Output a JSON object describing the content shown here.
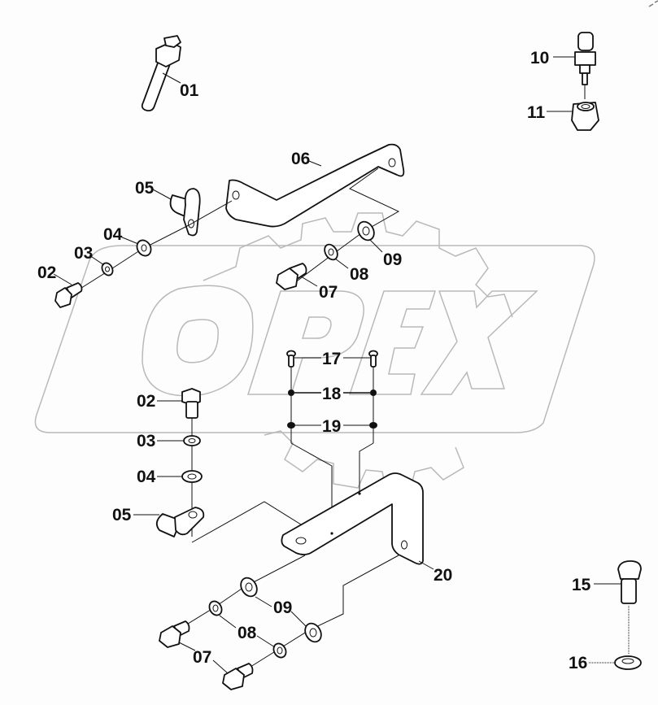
{
  "diagram": {
    "type": "exploded-parts-diagram",
    "watermark": "OPEX",
    "background": "#fcfdfc",
    "line_color": "#111111",
    "watermark_color": "#b9b9b9",
    "callouts": [
      {
        "id": "c01",
        "label": "01",
        "part": "sleeve-with-nut"
      },
      {
        "id": "c02a",
        "label": "02",
        "part": "hex-bolt"
      },
      {
        "id": "c03a",
        "label": "03",
        "part": "lock-washer"
      },
      {
        "id": "c04a",
        "label": "04",
        "part": "flat-washer"
      },
      {
        "id": "c05a",
        "label": "05",
        "part": "p-clamp"
      },
      {
        "id": "c06",
        "label": "06",
        "part": "z-bracket"
      },
      {
        "id": "c07a",
        "label": "07",
        "part": "hex-bolt"
      },
      {
        "id": "c08a",
        "label": "08",
        "part": "lock-washer"
      },
      {
        "id": "c09a",
        "label": "09",
        "part": "flat-washer"
      },
      {
        "id": "c10",
        "label": "10",
        "part": "sensor"
      },
      {
        "id": "c11",
        "label": "11",
        "part": "adapter-nut"
      },
      {
        "id": "c02b",
        "label": "02",
        "part": "hex-bolt"
      },
      {
        "id": "c03b",
        "label": "03",
        "part": "lock-washer"
      },
      {
        "id": "c04b",
        "label": "04",
        "part": "flat-washer"
      },
      {
        "id": "c05b",
        "label": "05",
        "part": "p-clamp"
      },
      {
        "id": "c17",
        "label": "17",
        "part": "screw"
      },
      {
        "id": "c18",
        "label": "18",
        "part": "washer"
      },
      {
        "id": "c19",
        "label": "19",
        "part": "nut"
      },
      {
        "id": "c20",
        "label": "20",
        "part": "l-bracket"
      },
      {
        "id": "c09b",
        "label": "09",
        "part": "flat-washer"
      },
      {
        "id": "c08b",
        "label": "08",
        "part": "lock-washer"
      },
      {
        "id": "c07b",
        "label": "07",
        "part": "hex-bolt"
      },
      {
        "id": "c15",
        "label": "15",
        "part": "hex-bolt"
      },
      {
        "id": "c16",
        "label": "16",
        "part": "washer"
      }
    ]
  },
  "labels": {
    "l01": "01",
    "l02a": "02",
    "l03a": "03",
    "l04a": "04",
    "l05a": "05",
    "l06": "06",
    "l07a": "07",
    "l08a": "08",
    "l09a": "09",
    "l10": "10",
    "l11": "11",
    "l02b": "02",
    "l03b": "03",
    "l04b": "04",
    "l05b": "05",
    "l17": "17",
    "l18": "18",
    "l19": "19",
    "l20": "20",
    "l09b": "09",
    "l08b": "08",
    "l07b": "07",
    "l15": "15",
    "l16": "16"
  }
}
